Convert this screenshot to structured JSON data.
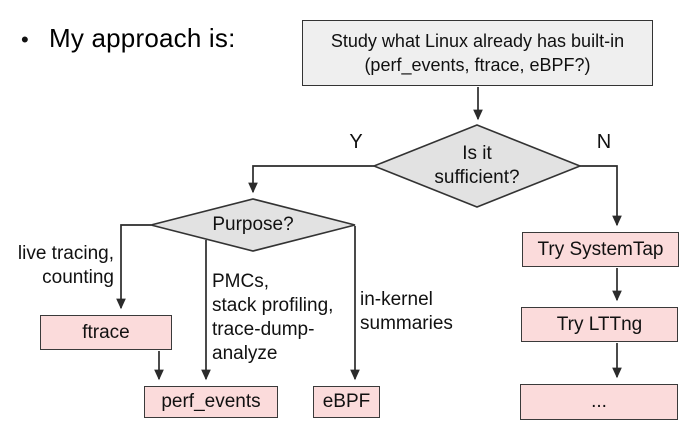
{
  "slide": {
    "bullet": "•",
    "title": "My approach is:"
  },
  "flowchart": {
    "colors": {
      "node_fill": "#fbdbdb",
      "decision_fill": "#e2e2e2",
      "start_fill": "#efefef",
      "border": "#333333",
      "line": "#2b2b2b"
    },
    "start": {
      "label": "Study what Linux already has built-in\n(perf_events, ftrace, eBPF?)"
    },
    "decision_sufficient": {
      "label": "Is it\nsufficient?"
    },
    "decision_purpose": {
      "label": "Purpose?"
    },
    "branches": {
      "yes": "Y",
      "no": "N"
    },
    "edge_labels": {
      "ftrace": "live tracing,\ncounting",
      "perf_events": "PMCs,\nstack profiling,\ntrace-dump-\nanalyze",
      "ebpf": "in-kernel\nsummaries"
    },
    "nodes": {
      "ftrace": "ftrace",
      "perf_events": "perf_events",
      "ebpf": "eBPF",
      "systemtap": "Try SystemTap",
      "lttng": "Try LTTng",
      "more": "..."
    }
  }
}
